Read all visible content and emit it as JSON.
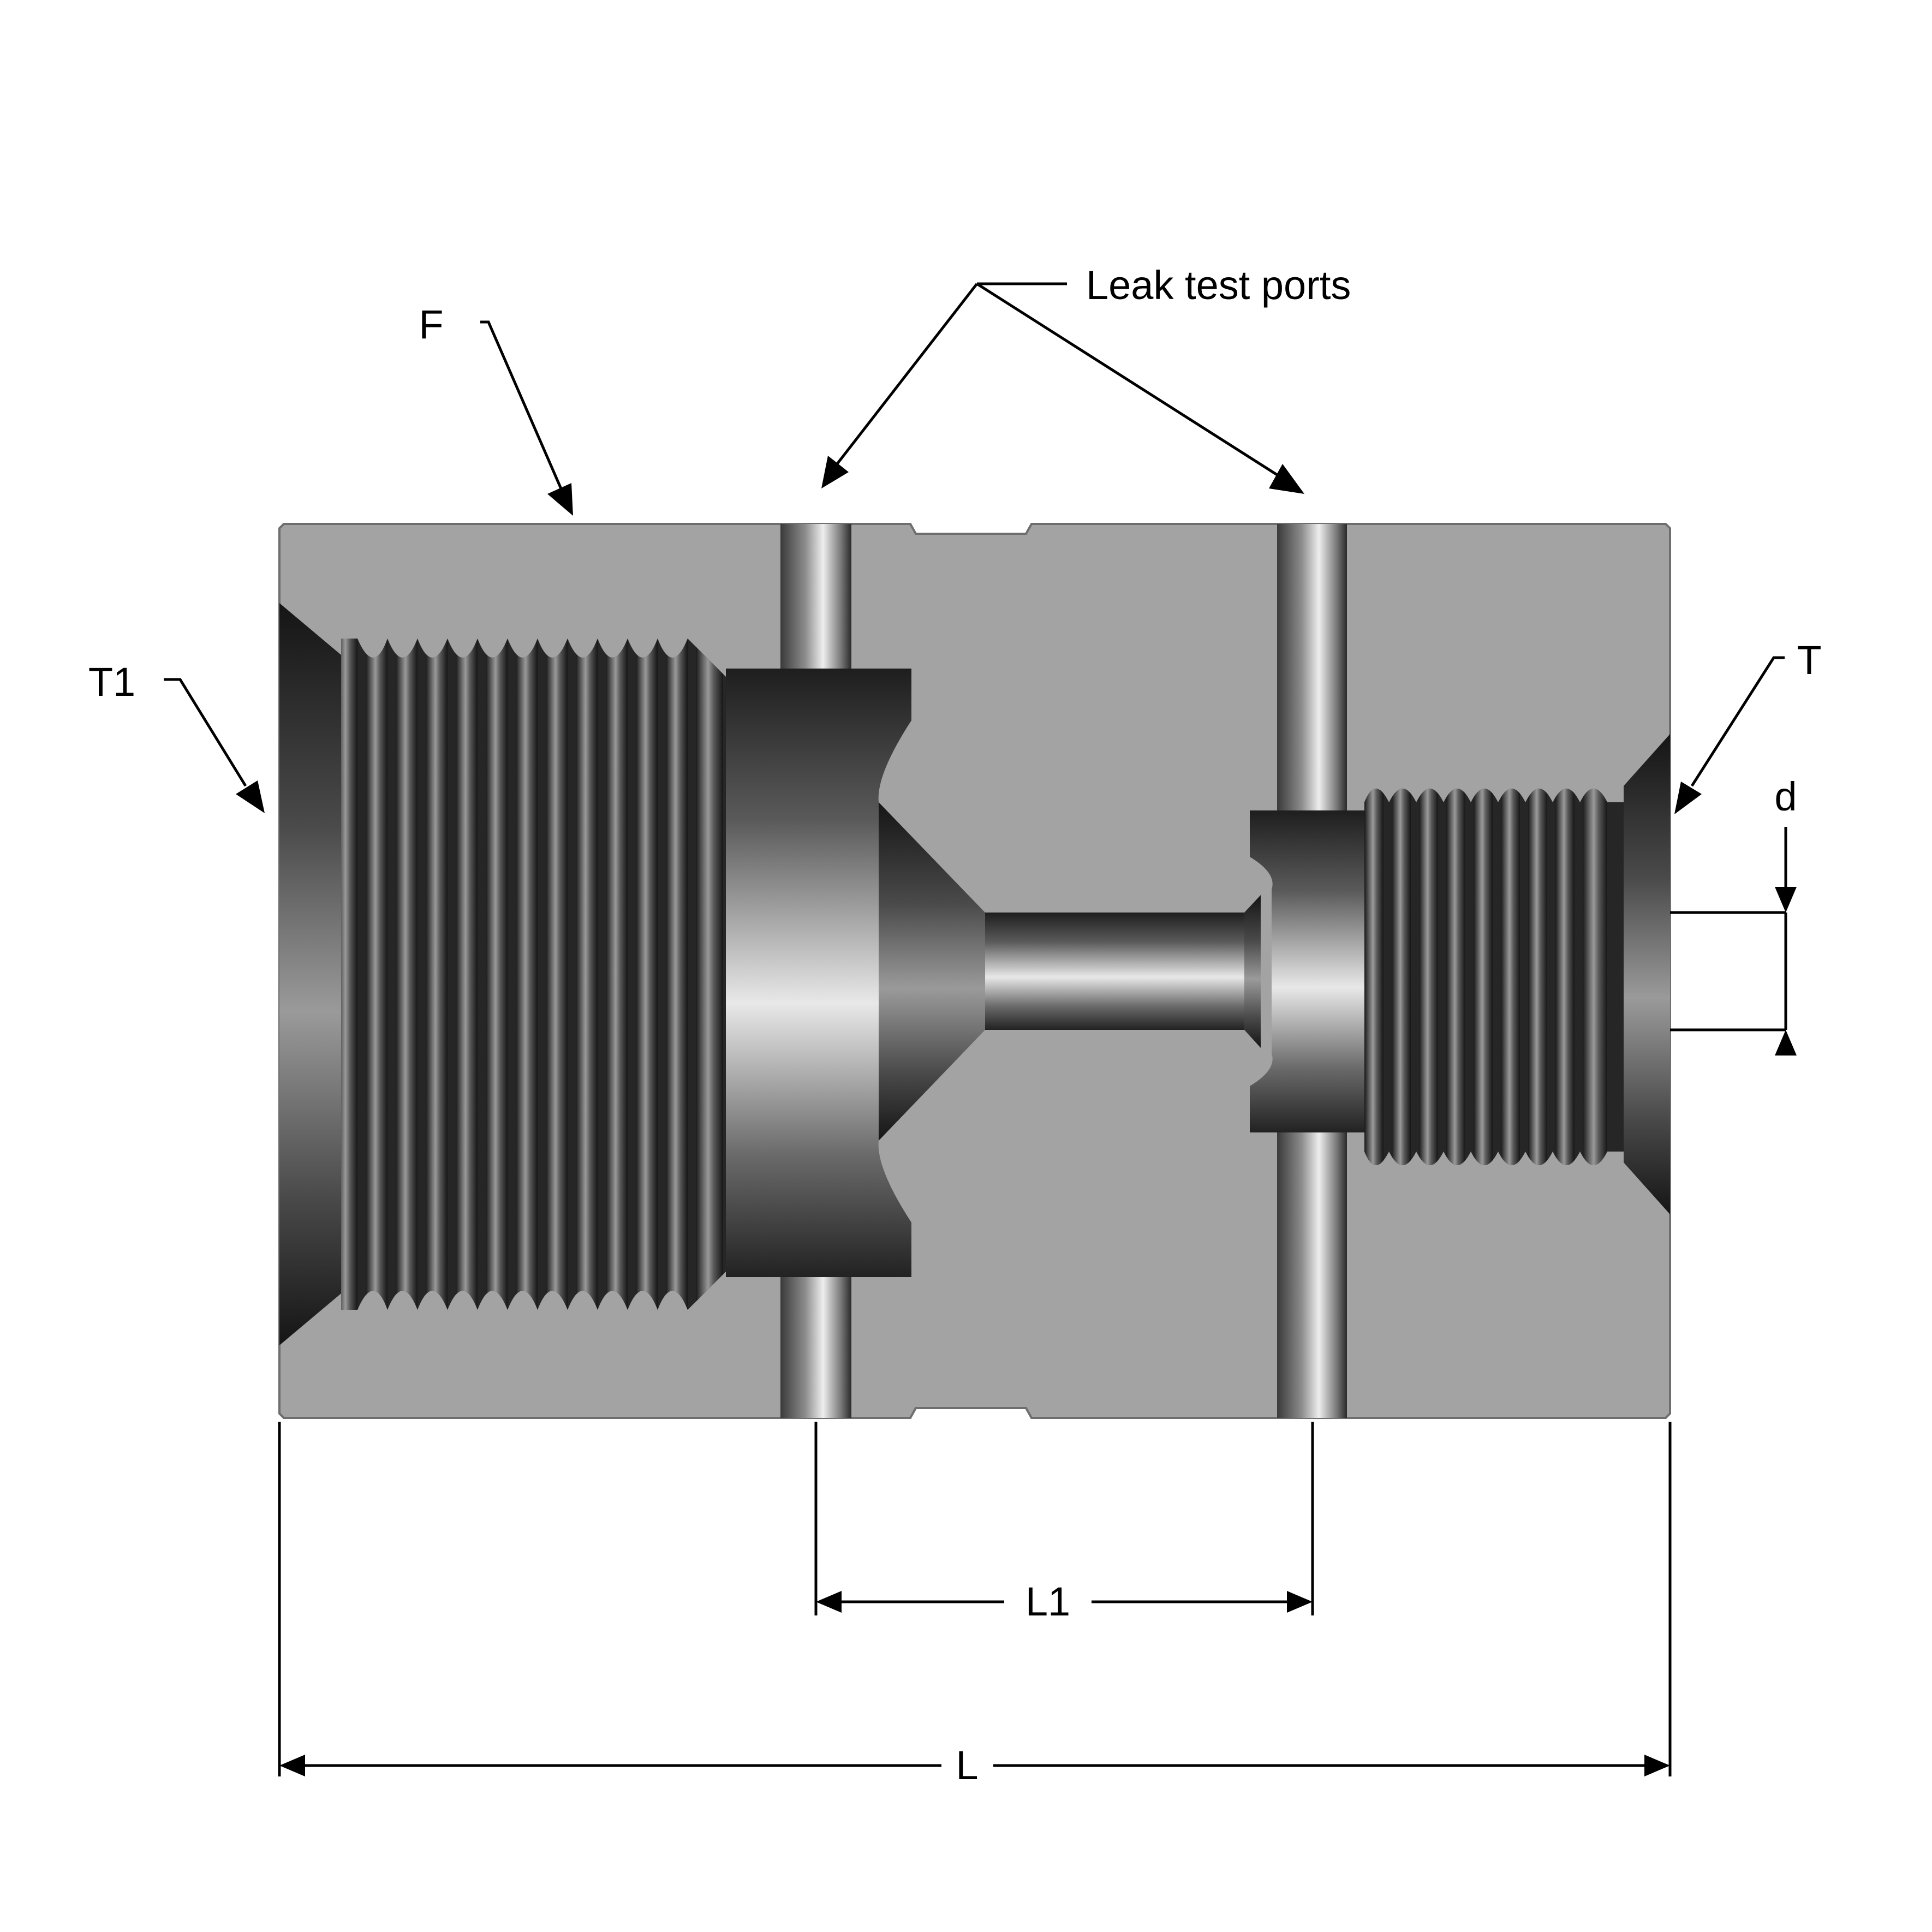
{
  "labels": {
    "F": "F",
    "T1": "T1",
    "T": "T",
    "d": "d",
    "L1": "L1",
    "L": "L",
    "leak_test_ports": "Leak test ports"
  },
  "colors": {
    "body": "#a3a3a3",
    "body_outline": "#6e6e6e",
    "bore_dark": "#2e2e2e",
    "bore_light": "#e6e6e6",
    "ink": "#000000"
  }
}
